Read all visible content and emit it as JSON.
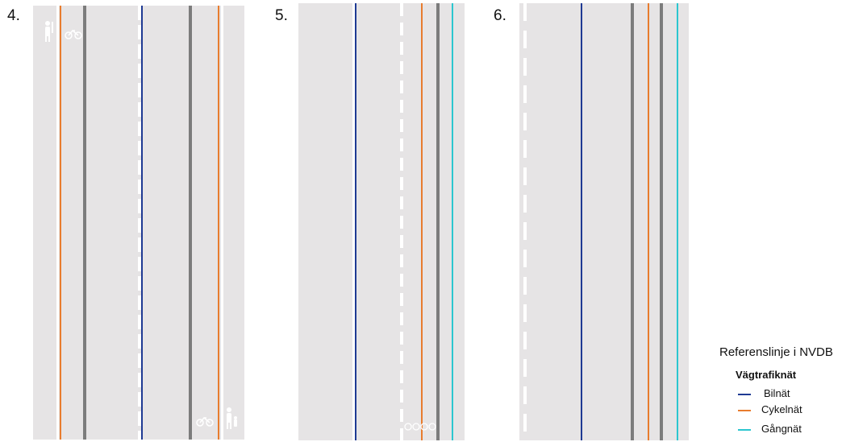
{
  "panels": [
    {
      "number": "4."
    },
    {
      "number": "5."
    },
    {
      "number": "6."
    }
  ],
  "legend": {
    "title": "Referenslinje i NVDB",
    "subtitle": "Vägtrafiknät",
    "items": [
      {
        "label": "Bilnät",
        "color": "#1f3a93"
      },
      {
        "label": "Cykelnät",
        "color": "#e87c2e"
      },
      {
        "label": "Gångnät",
        "color": "#2cc6cf"
      }
    ]
  },
  "colors": {
    "road": "#e6e4e5",
    "curb": "#7c7c7c",
    "white_marking": "#ffffff",
    "car_network": "#1f3a93",
    "bike_network": "#e87c2e",
    "walk_network": "#2cc6cf"
  },
  "icons": [
    "pedestrian-sign-icon",
    "bicycle-marking-icon"
  ]
}
